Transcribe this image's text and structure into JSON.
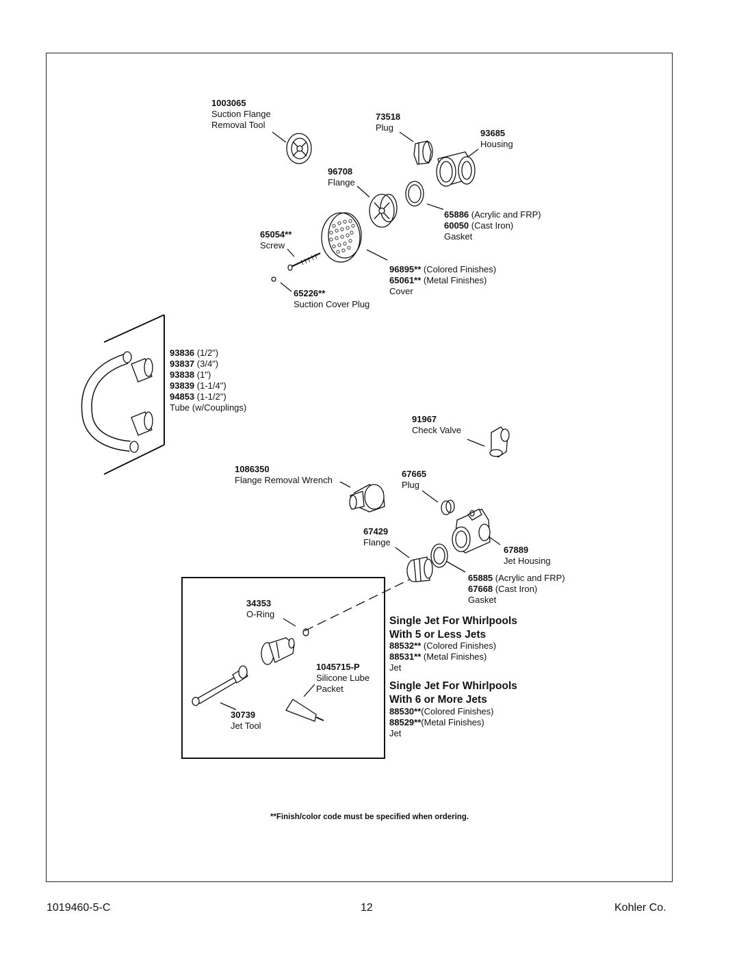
{
  "parts": {
    "suction_flange_tool": {
      "number": "1003065",
      "lines": [
        "Suction Flange",
        "Removal Tool"
      ]
    },
    "plug_top": {
      "number": "73518",
      "lines": [
        "Plug"
      ]
    },
    "housing": {
      "number": "93685",
      "lines": [
        "Housing"
      ]
    },
    "flange_top": {
      "number": "96708",
      "lines": [
        "Flange"
      ]
    },
    "gasket_top": {
      "n1": "65886",
      "t1": " (Acrylic and FRP)",
      "n2": "60050",
      "t2": " (Cast Iron)",
      "t3": "Gasket"
    },
    "screw": {
      "number": "65054**",
      "lines": [
        "Screw"
      ]
    },
    "cover": {
      "n1": "96895**",
      "t1": " (Colored Finishes)",
      "n2": "65061**",
      "t2": " (Metal Finishes)",
      "t3": "Cover"
    },
    "suction_cover_plug": {
      "number": "65226**",
      "lines": [
        "Suction Cover Plug"
      ]
    },
    "tube": {
      "rows": [
        {
          "n": "93836",
          "t": " (1/2\")"
        },
        {
          "n": "93837",
          "t": " (3/4\")"
        },
        {
          "n": "93838",
          "t": " (1\")"
        },
        {
          "n": "93839",
          "t": " (1-1/4\")"
        },
        {
          "n": "94853",
          "t": " (1-1/2\")"
        }
      ],
      "label": "Tube (w/Couplings)"
    },
    "check_valve": {
      "number": "91967",
      "lines": [
        "Check Valve"
      ]
    },
    "flange_wrench": {
      "number": "1086350",
      "lines": [
        "Flange Removal Wrench"
      ]
    },
    "plug_bottom": {
      "number": "67665",
      "lines": [
        "Plug"
      ]
    },
    "flange_bottom": {
      "number": "67429",
      "lines": [
        "Flange"
      ]
    },
    "jet_housing": {
      "number": "67889",
      "lines": [
        "Jet Housing"
      ]
    },
    "gasket_bottom": {
      "n1": "65885",
      "t1": " (Acrylic and FRP)",
      "n2": "67668",
      "t2": " (Cast Iron)",
      "t3": "Gasket"
    },
    "o_ring": {
      "number": "34353",
      "lines": [
        "O-Ring"
      ]
    },
    "silicone_lube": {
      "number": "1045715-P",
      "lines": [
        "Silicone Lube",
        "Packet"
      ]
    },
    "jet_tool": {
      "number": "30739",
      "lines": [
        "Jet Tool"
      ]
    }
  },
  "single_jet_5": {
    "title1": "Single Jet For Whirlpools",
    "title2": "With 5 or Less Jets",
    "n1": "88532**",
    "t1": " (Colored Finishes)",
    "n2": "88531**",
    "t2": " (Metal Finishes)",
    "t3": "Jet"
  },
  "single_jet_6": {
    "title1": "Single Jet For Whirlpools",
    "title2": "With 6 or More Jets",
    "n1": "88530**",
    "t1": "(Colored Finishes)",
    "n2": "88529**",
    "t2": "(Metal Finishes)",
    "t3": "Jet"
  },
  "note": "**Finish/color code must be specified when ordering.",
  "footer": {
    "doc_number": "1019460-5-C",
    "page": "12",
    "company": "Kohler Co."
  }
}
